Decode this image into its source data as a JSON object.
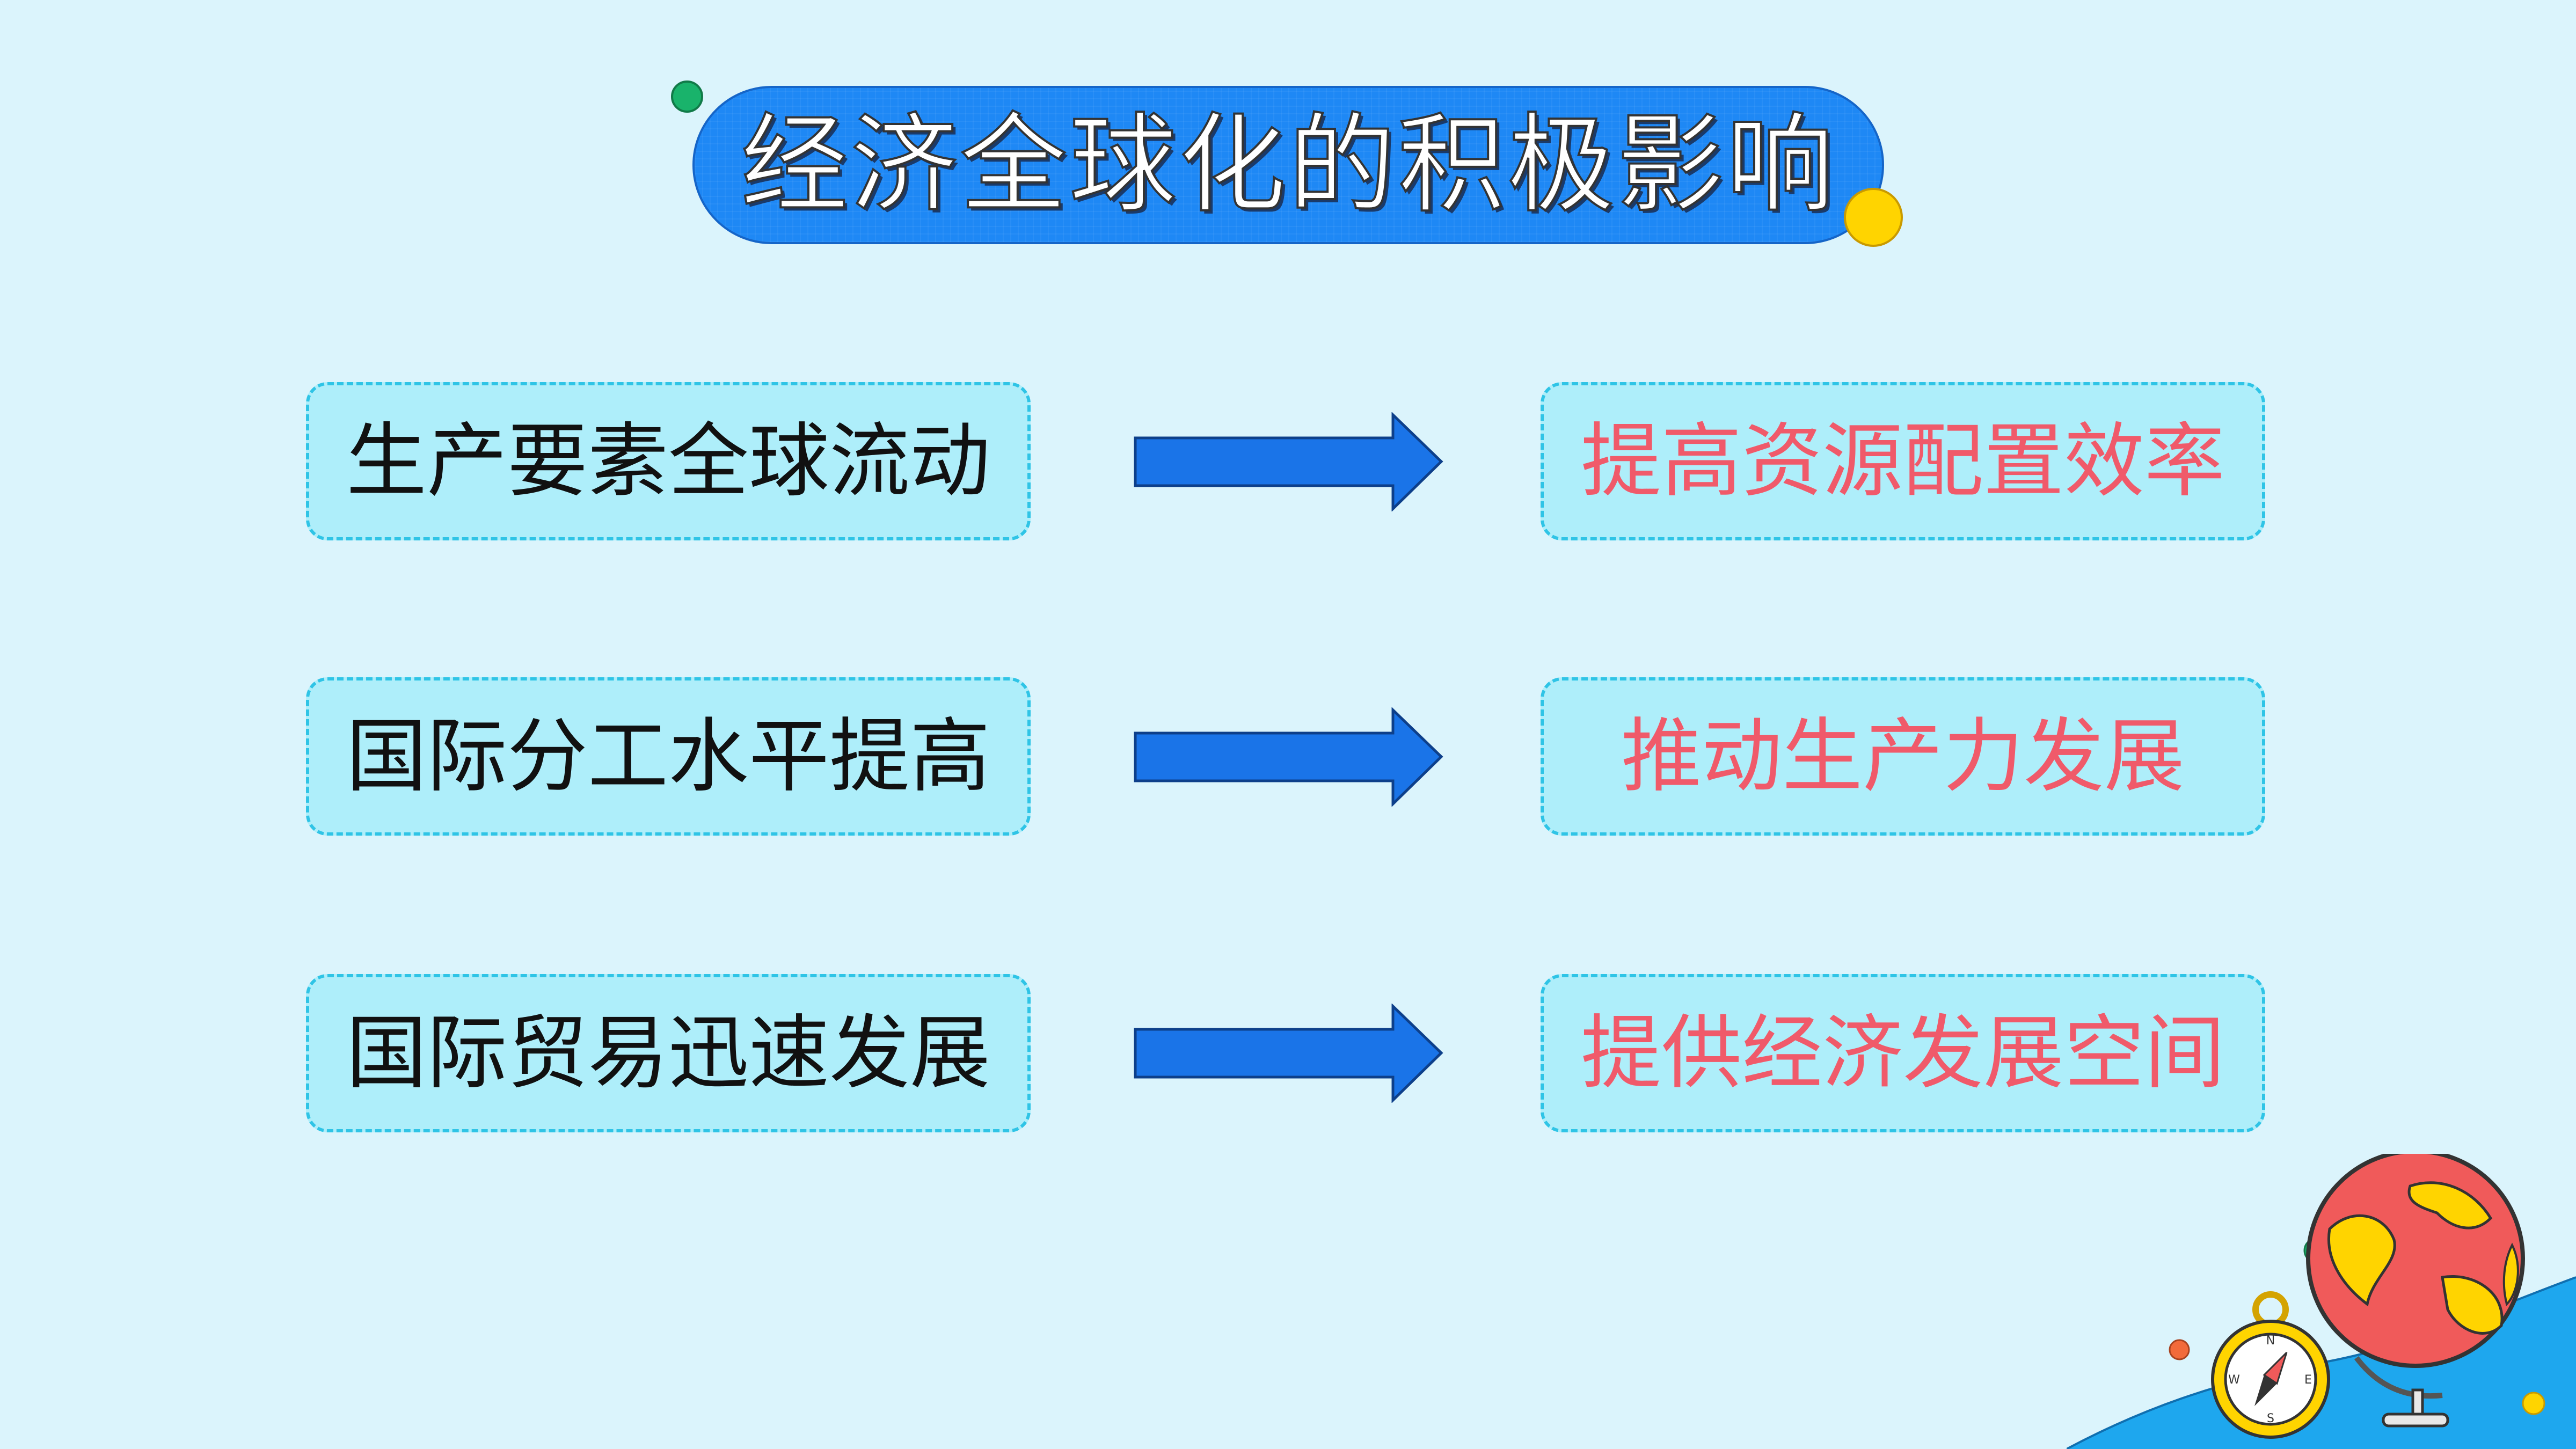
{
  "title": "经济全球化的积极影响",
  "rows": [
    {
      "cause": "生产要素全球流动",
      "effect": "提高资源配置效率"
    },
    {
      "cause": "国际分工水平提高",
      "effect": "推动生产力发展"
    },
    {
      "cause": "国际贸易迅速发展",
      "effect": "提供经济发展空间"
    }
  ],
  "colors": {
    "background": "#dbf4fc",
    "title_pill": "#1e88f5",
    "box_fill": "#aeeefa",
    "box_border": "#2fc4e6",
    "arrow": "#1a74e8",
    "effect_text": "#f05a6a",
    "cause_text": "#111111"
  },
  "icons": {
    "arrow": "arrow-right-icon",
    "globe": "globe-icon",
    "compass": "compass-icon"
  }
}
